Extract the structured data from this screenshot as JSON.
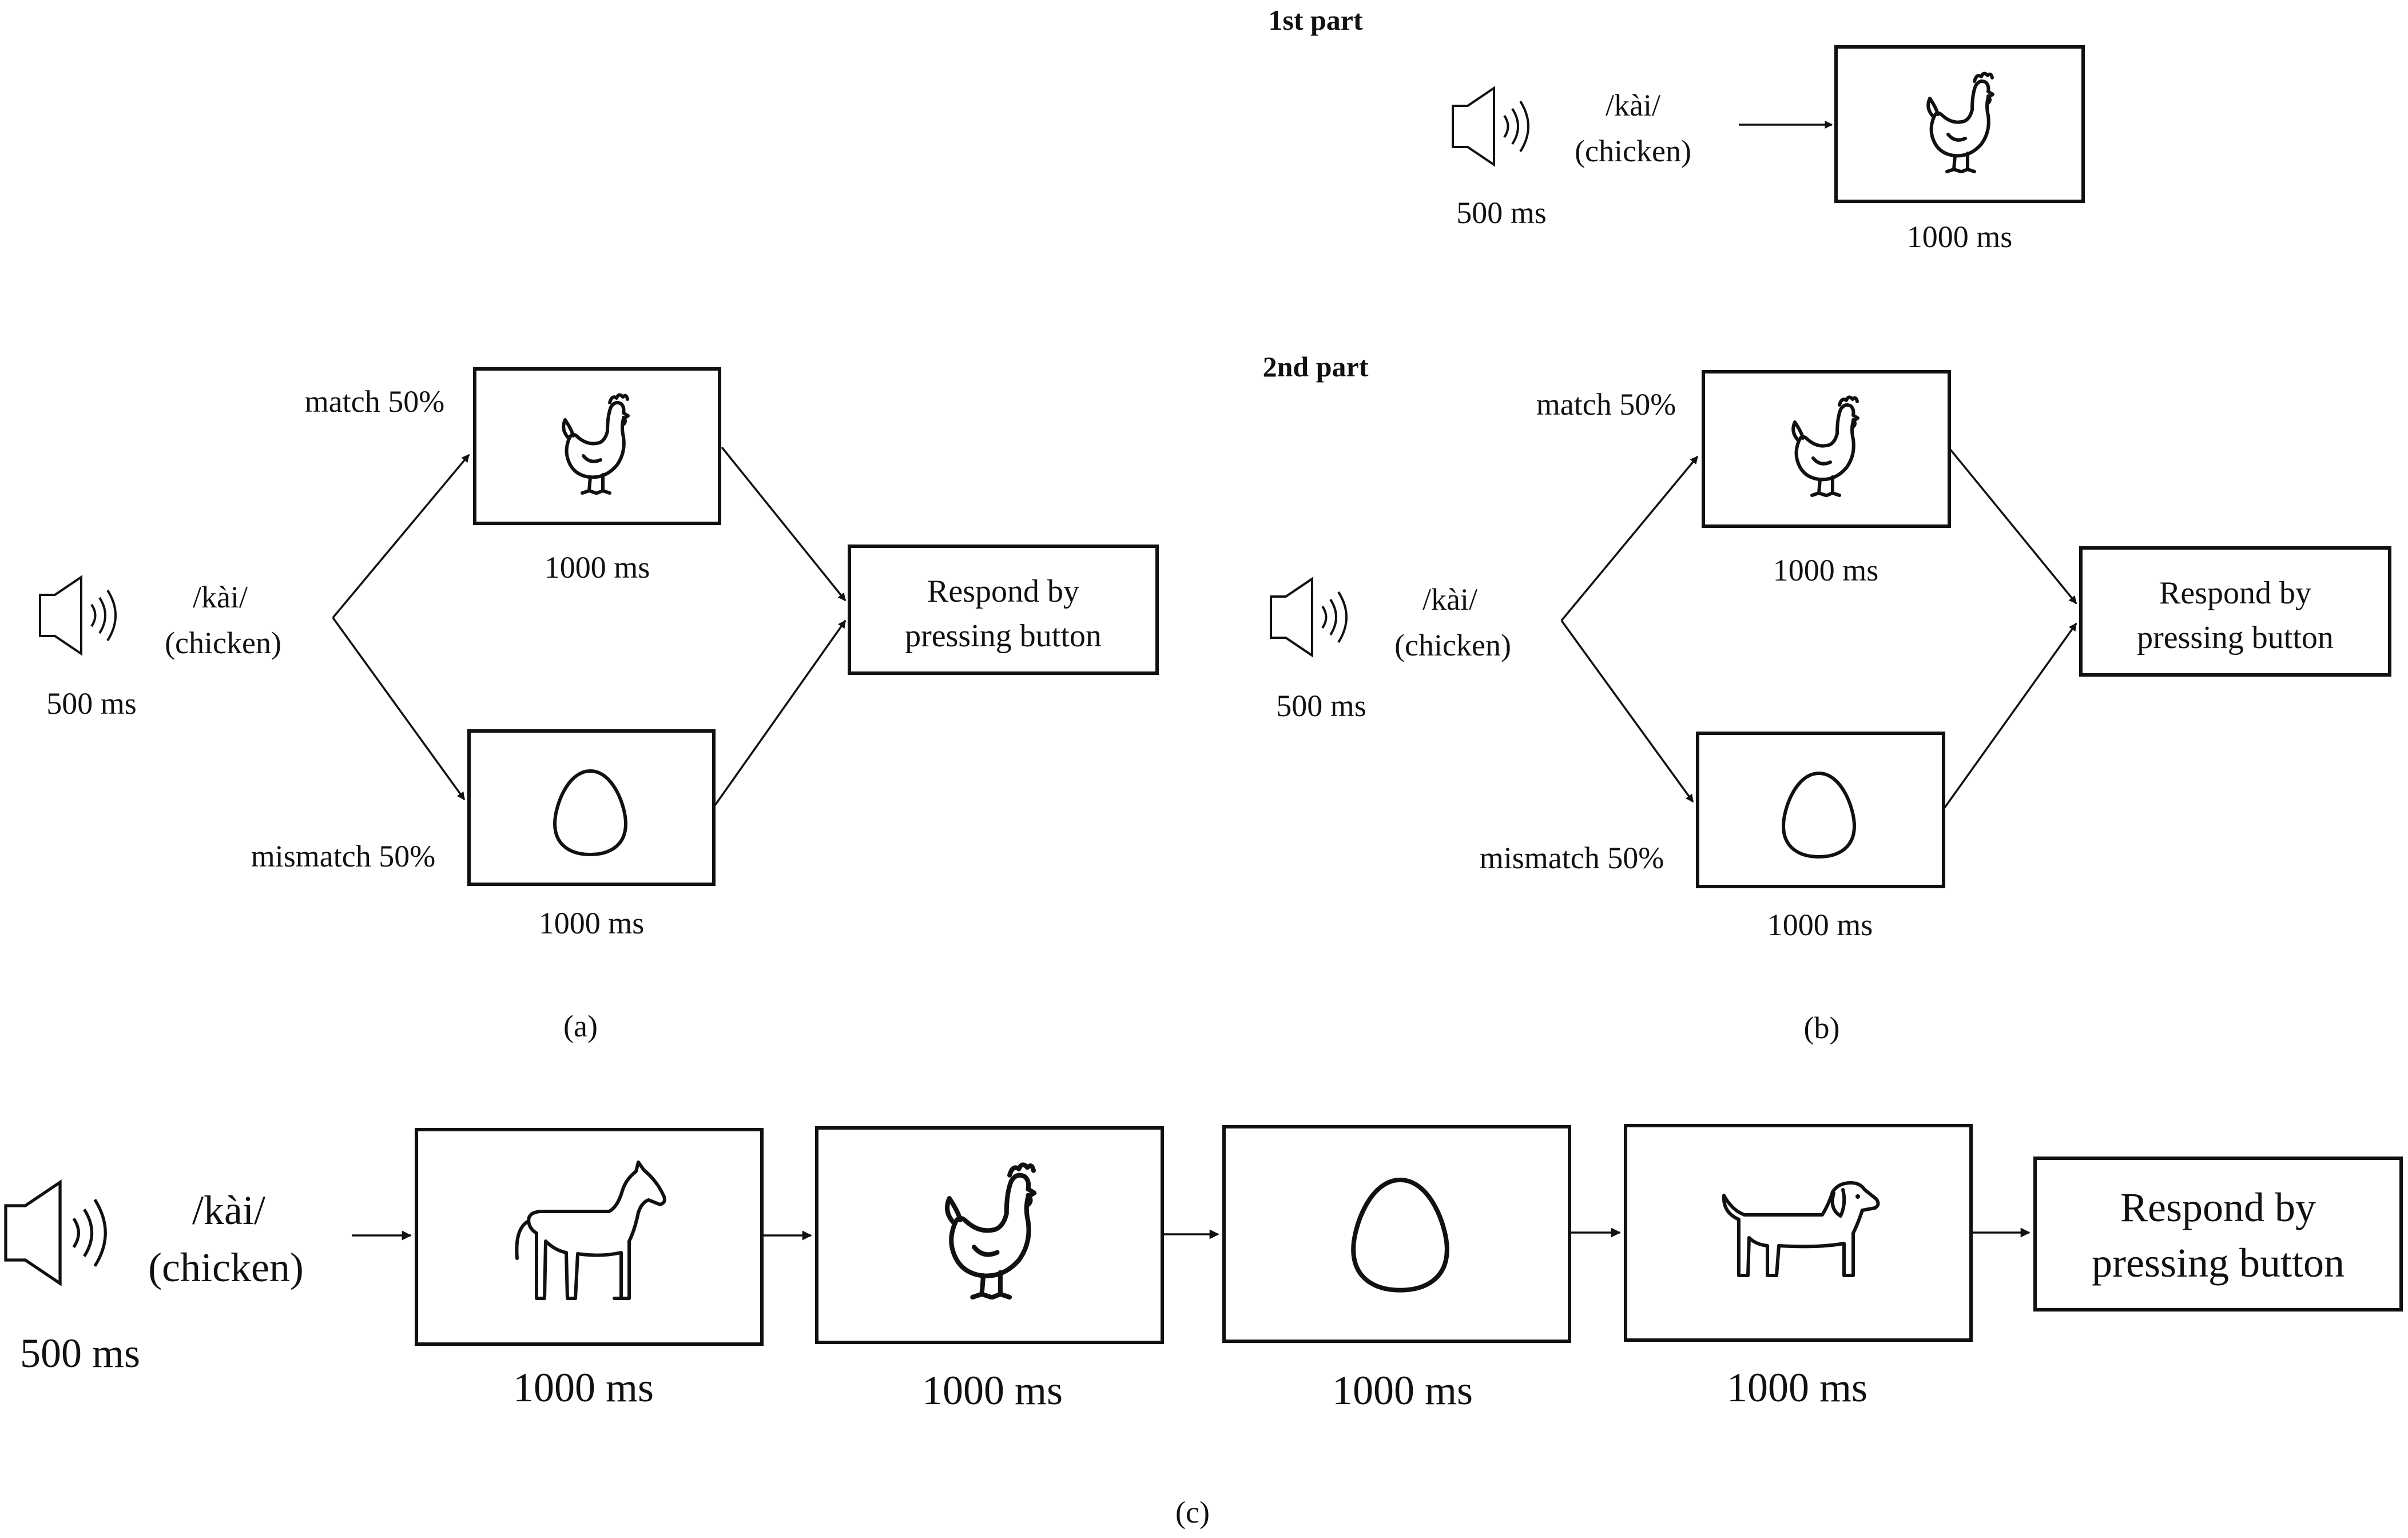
{
  "part1": {
    "title": "1st part",
    "sound_word": "/kài/",
    "sound_gloss": "(chicken)",
    "sound_duration": "500 ms",
    "picture_icon": "chicken-icon",
    "picture_duration": "1000 ms"
  },
  "part2": {
    "title": "2nd part"
  },
  "panel_a": {
    "caption": "(a)",
    "sound_word": "/kài/",
    "sound_gloss": "(chicken)",
    "sound_duration": "500 ms",
    "match_label": "match 50%",
    "match_icon": "chicken-icon",
    "match_duration": "1000 ms",
    "mismatch_label": "mismatch 50%",
    "mismatch_icon": "egg-icon",
    "mismatch_duration": "1000 ms",
    "respond_line1": "Respond by",
    "respond_line2": "pressing button"
  },
  "panel_b": {
    "caption": "(b)",
    "sound_word": "/kài/",
    "sound_gloss": "(chicken)",
    "sound_duration": "500 ms",
    "match_label": "match 50%",
    "match_icon": "chicken-icon",
    "match_duration": "1000 ms",
    "mismatch_label": "mismatch 50%",
    "mismatch_icon": "egg-icon",
    "mismatch_duration": "1000 ms",
    "respond_line1": "Respond by",
    "respond_line2": "pressing button"
  },
  "panel_c": {
    "caption": "(c)",
    "sound_word": "/kài/",
    "sound_gloss": "(chicken)",
    "sound_duration": "500 ms",
    "pictures": [
      {
        "icon": "horse-icon",
        "duration": "1000 ms"
      },
      {
        "icon": "chicken-icon",
        "duration": "1000 ms"
      },
      {
        "icon": "egg-icon",
        "duration": "1000 ms"
      },
      {
        "icon": "dog-icon",
        "duration": "1000 ms"
      }
    ],
    "respond_line1": "Respond by",
    "respond_line2": "pressing button"
  }
}
